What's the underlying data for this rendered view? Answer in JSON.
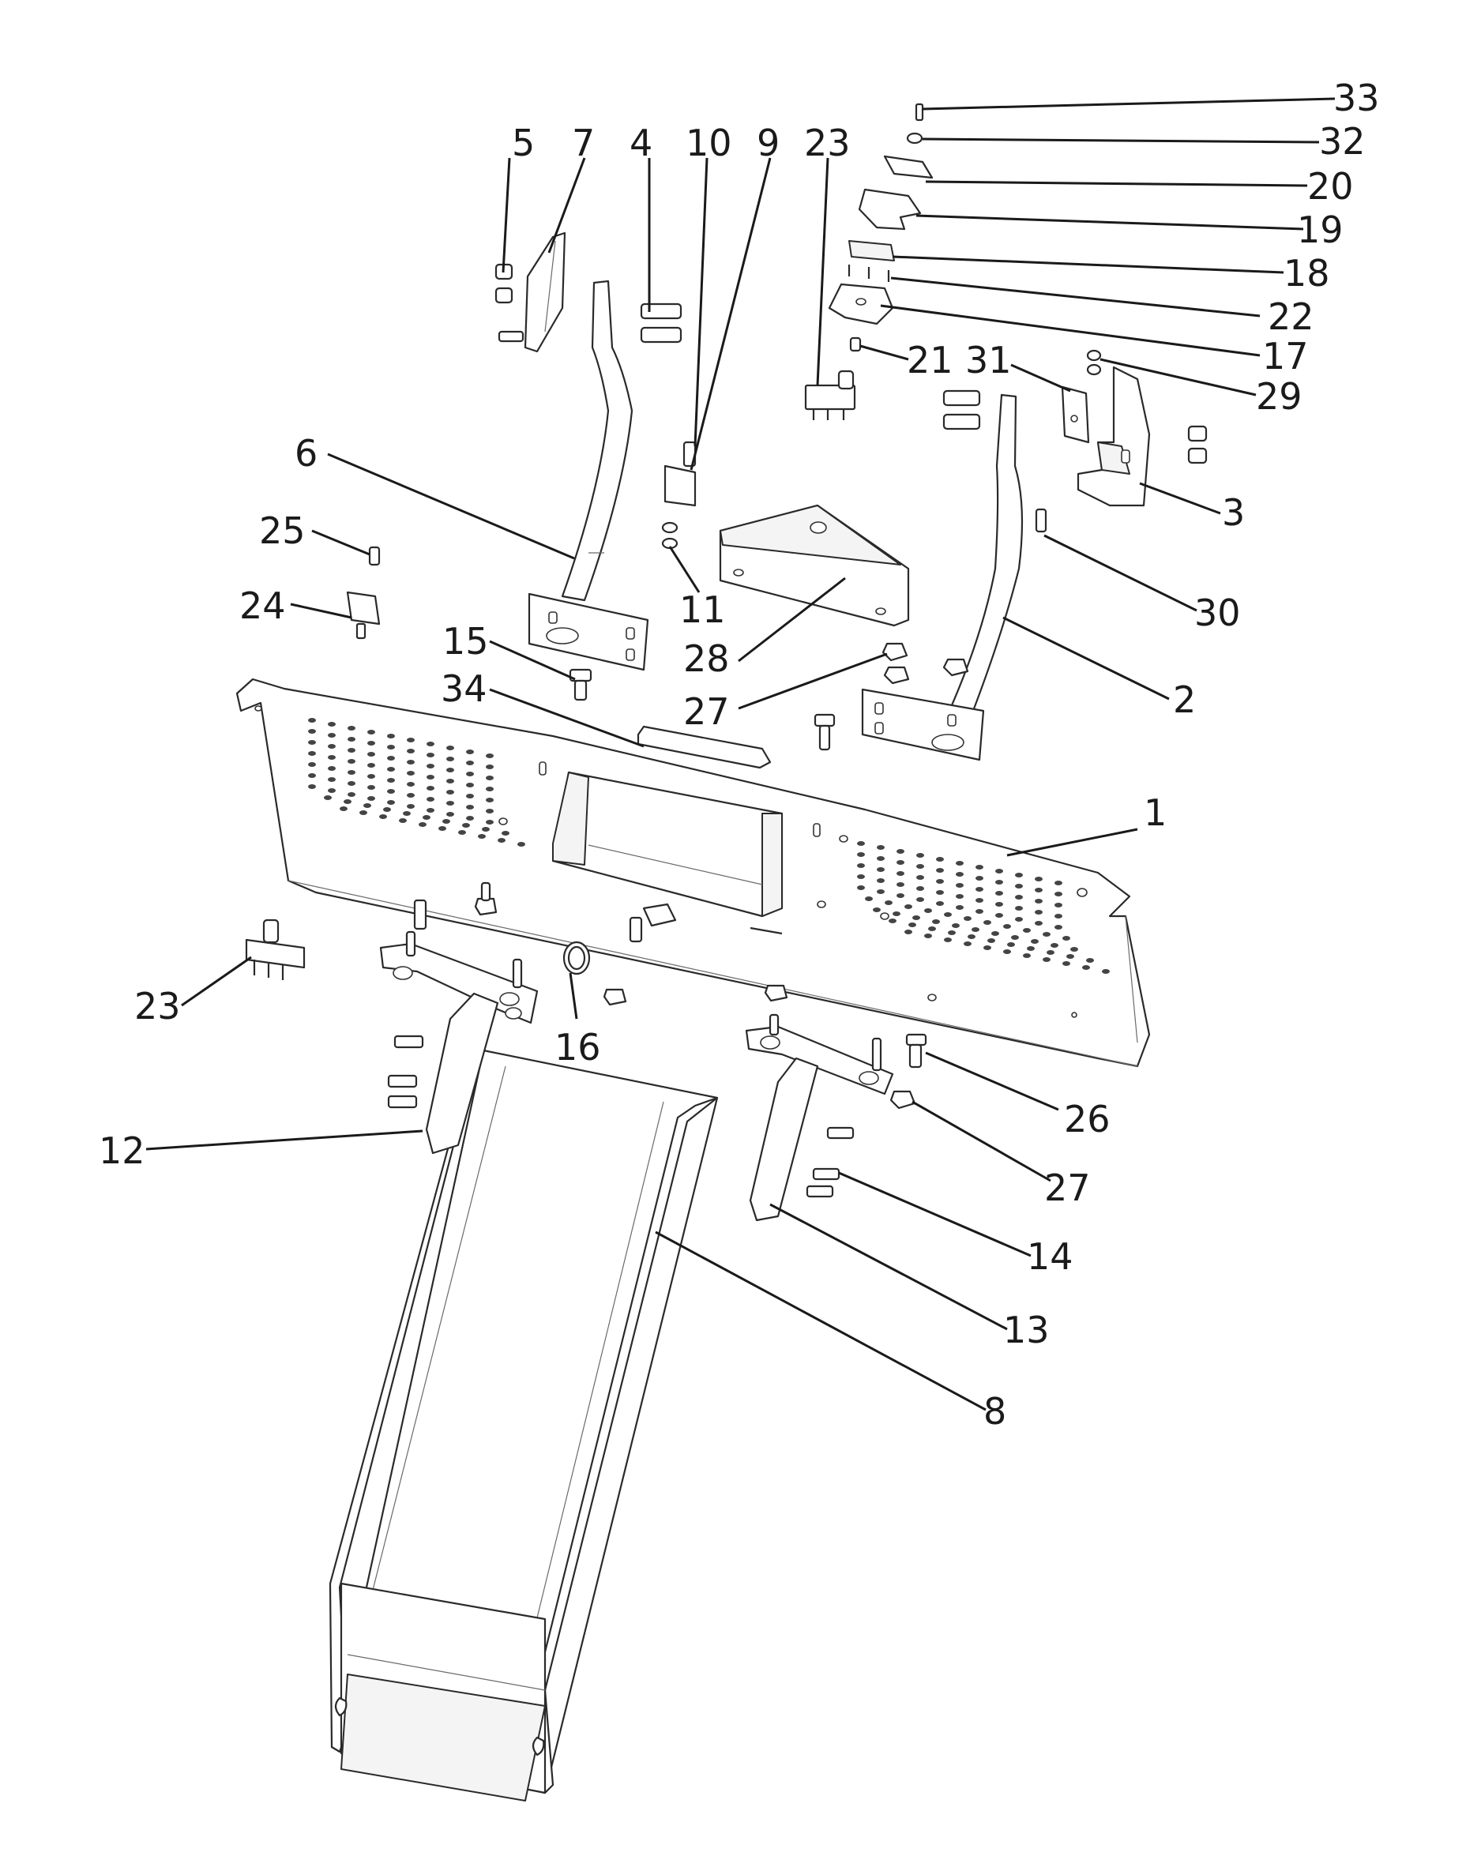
{
  "callouts": [
    {
      "id": "33",
      "label": "33"
    },
    {
      "id": "32",
      "label": "32"
    },
    {
      "id": "20",
      "label": "20"
    },
    {
      "id": "19",
      "label": "19"
    },
    {
      "id": "18",
      "label": "18"
    },
    {
      "id": "22",
      "label": "22"
    },
    {
      "id": "17",
      "label": "17"
    },
    {
      "id": "21",
      "label": "21"
    },
    {
      "id": "31",
      "label": "31"
    },
    {
      "id": "29",
      "label": "29"
    },
    {
      "id": "5",
      "label": "5"
    },
    {
      "id": "7",
      "label": "7"
    },
    {
      "id": "4",
      "label": "4"
    },
    {
      "id": "10",
      "label": "10"
    },
    {
      "id": "9",
      "label": "9"
    },
    {
      "id": "23a",
      "label": "23"
    },
    {
      "id": "6",
      "label": "6"
    },
    {
      "id": "3",
      "label": "3"
    },
    {
      "id": "25",
      "label": "25"
    },
    {
      "id": "11",
      "label": "11"
    },
    {
      "id": "30",
      "label": "30"
    },
    {
      "id": "24",
      "label": "24"
    },
    {
      "id": "28",
      "label": "28"
    },
    {
      "id": "15",
      "label": "15"
    },
    {
      "id": "2",
      "label": "2"
    },
    {
      "id": "34",
      "label": "34"
    },
    {
      "id": "27a",
      "label": "27"
    },
    {
      "id": "1",
      "label": "1"
    },
    {
      "id": "23b",
      "label": "23"
    },
    {
      "id": "16",
      "label": "16"
    },
    {
      "id": "26",
      "label": "26"
    },
    {
      "id": "12",
      "label": "12"
    },
    {
      "id": "27b",
      "label": "27"
    },
    {
      "id": "14",
      "label": "14"
    },
    {
      "id": "13",
      "label": "13"
    },
    {
      "id": "8",
      "label": "8"
    }
  ]
}
